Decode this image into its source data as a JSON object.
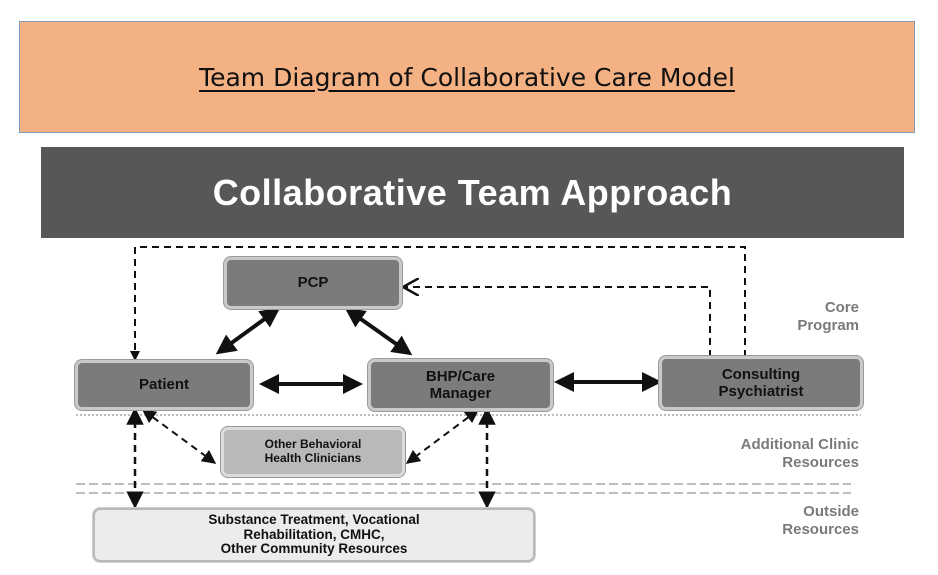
{
  "banner": {
    "title": "Team Diagram of Collaborative Care Model"
  },
  "figure": {
    "title": "Collaborative Team Approach",
    "nodes": {
      "pcp": "PCP",
      "patient": "Patient",
      "bhp": "BHP/Care\nManager",
      "psychiatrist": "Consulting\nPsychiatrist",
      "other_bh": "Other Behavioral\nHealth Clinicians",
      "community": "Substance Treatment, Vocational\nRehabilitation, CMHC,\nOther Community Resources"
    },
    "tiers": {
      "core": "Core\nProgram",
      "additional": "Additional Clinic\nResources",
      "outside": "Outside\nResources"
    }
  },
  "colors": {
    "banner_bg": "#f4b183",
    "header_bg": "#575757",
    "node_dark": "#7b7b7b",
    "tier_text": "#7a7a7a"
  }
}
